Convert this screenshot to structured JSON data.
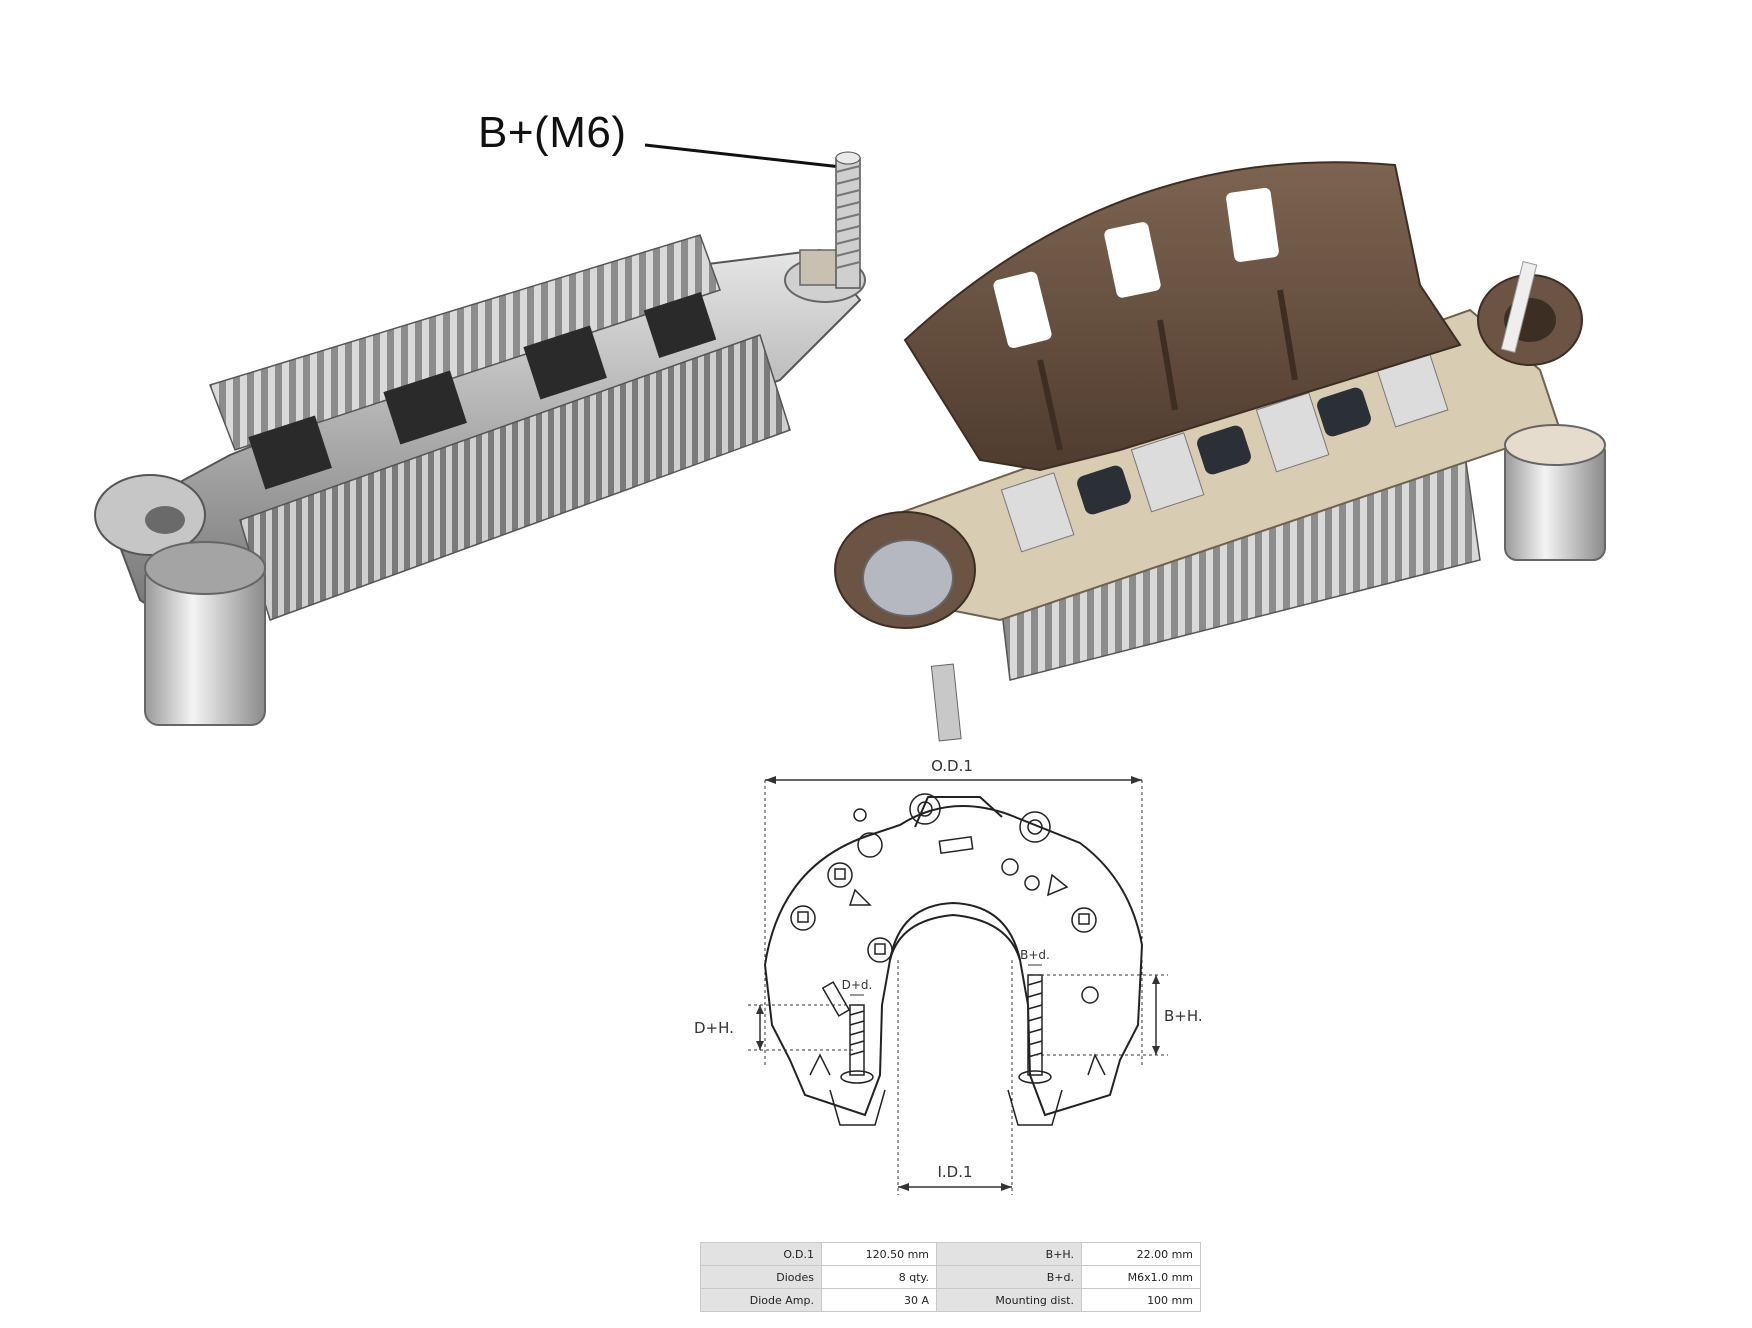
{
  "callout": {
    "label": "B+(M6)"
  },
  "diagram": {
    "od_label": "O.D.1",
    "id_label": "I.D.1",
    "dh_label": "D+H.",
    "bh_label": "B+H.",
    "dd_label": "D+d.",
    "bd_label": "B+d."
  },
  "specs": {
    "rows": [
      {
        "l1": "O.D.1",
        "v1": "120.50 mm",
        "l2": "B+H.",
        "v2": "22.00 mm"
      },
      {
        "l1": "Diodes",
        "v1": "8 qty.",
        "l2": "B+d.",
        "v2": "M6x1.0 mm"
      },
      {
        "l1": "Diode Amp.",
        "v1": "30 A",
        "l2": "Mounting dist.",
        "v2": "100 mm"
      }
    ]
  },
  "icons": [
    "rectifier-heatsink-photo",
    "rectifier-housing-photo",
    "bolt-icon"
  ],
  "colors": {
    "housing_brown": "#6b5444",
    "metal": "#b9b9b9",
    "insulator": "#d8ccb3"
  }
}
